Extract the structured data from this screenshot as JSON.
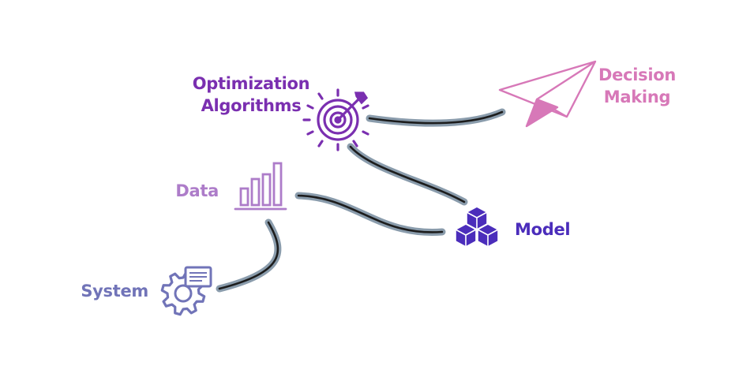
{
  "diagram": {
    "nodes": [
      {
        "id": "optimization",
        "label_line1": "Optimization",
        "label_line2": "Algorithms",
        "icon": "target-icon",
        "color": "#7a2fb0"
      },
      {
        "id": "decision",
        "label_line1": "Decision",
        "label_line2": "Making",
        "icon": "paper-plane-icon",
        "color": "#d778b8"
      },
      {
        "id": "data",
        "label": "Data",
        "icon": "bar-chart-icon",
        "color": "#ad7cc9"
      },
      {
        "id": "model",
        "label": "Model",
        "icon": "cubes-icon",
        "color": "#4b2dbb"
      },
      {
        "id": "system",
        "label": "System",
        "icon": "gear-monitor-icon",
        "color": "#7174b8"
      }
    ],
    "edges": [
      {
        "from": "optimization",
        "to": "decision"
      },
      {
        "from": "optimization",
        "to": "model"
      },
      {
        "from": "data",
        "to": "model"
      },
      {
        "from": "data",
        "to": "system"
      }
    ],
    "connector_colors": {
      "shadow": "#8a9cac",
      "stroke": "#1c1c1c"
    }
  }
}
